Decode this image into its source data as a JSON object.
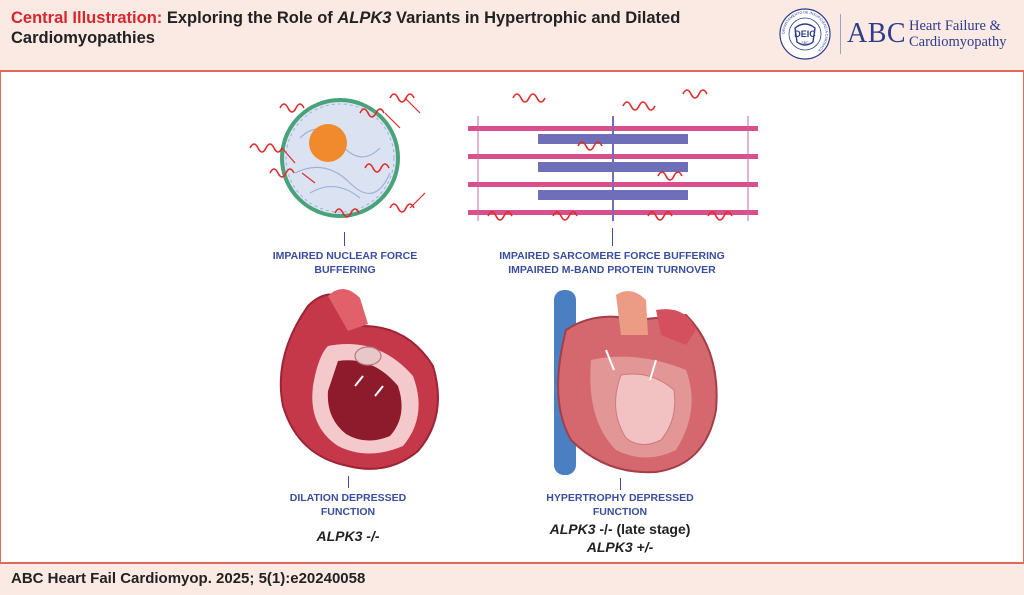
{
  "header": {
    "title_prefix": "Central Illustration:",
    "title_part1": " Exploring the Role of ",
    "title_gene": "ALPK3",
    "title_part2": " Variants in Hypertrophic and Dilated Cardiomyopathies",
    "seal_text": "DEIC",
    "seal_ring_text": "DEPARTAMENTO DE INSUFICIÊNCIA CARDÍACA",
    "logo_abc": "ABC",
    "logo_line1": "Heart Failure &",
    "logo_line2": "Cardiomyopathy"
  },
  "panels": {
    "nucleus_label_1": "IMPAIRED NUCLEAR FORCE",
    "nucleus_label_2": "BUFFERING",
    "sarcomere_label_1": "IMPAIRED SARCOMERE FORCE BUFFERING",
    "sarcomere_label_2": "IMPAIRED M-BAND PROTEIN TURNOVER",
    "dilated_label_1": "DILATION DEPRESSED",
    "dilated_label_2": "FUNCTION",
    "dilated_genotype": "ALPK3 -/-",
    "hyper_label_1": "HYPERTROPHY DEPRESSED",
    "hyper_label_2": "FUNCTION",
    "hyper_genotype_1_gene": "ALPK3",
    "hyper_genotype_1_rest": " -/- (late stage)",
    "hyper_genotype_2": "ALPK3 +/-"
  },
  "colors": {
    "accent_red": "#d8262c",
    "label_blue": "#3a4e9e",
    "header_bg": "#fbe9e4",
    "border": "#e06a5a",
    "logo_blue": "#2d3d8a"
  },
  "footer": {
    "citation": "ABC Heart Fail Cardiomyop. 2025; 5(1):e20240058"
  }
}
